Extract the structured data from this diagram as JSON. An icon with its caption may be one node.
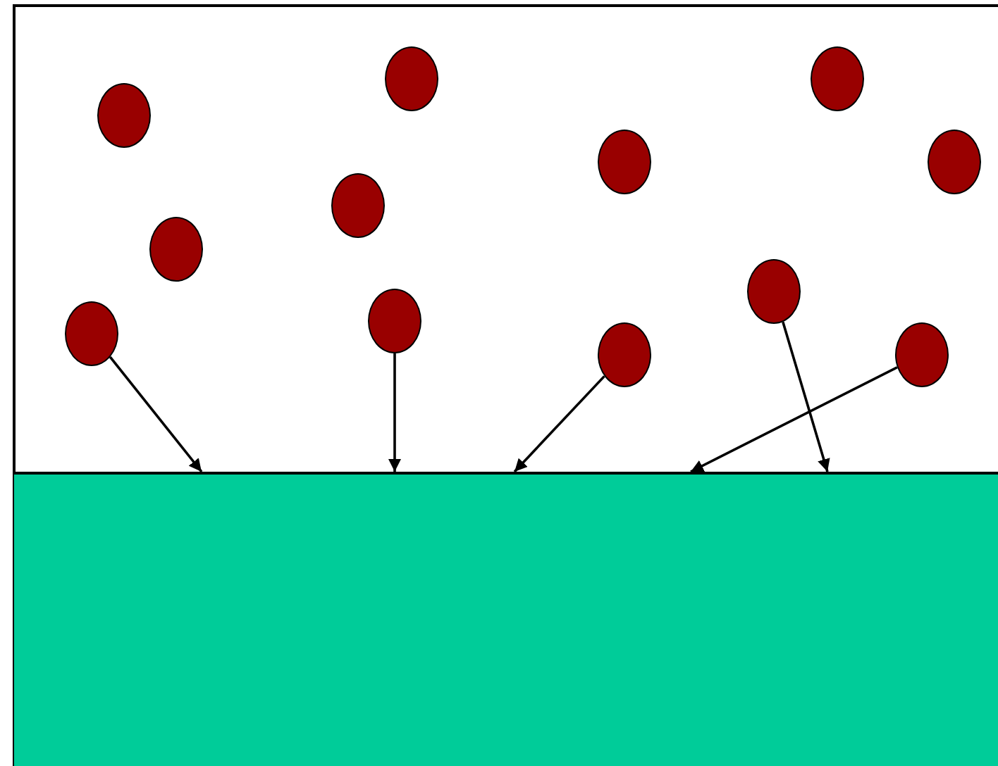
{
  "diagram": {
    "nodes": [
      {
        "text": [],
        "shape": "circle"
      },
      {
        "text": [],
        "shape": "circle"
      },
      {
        "text": [],
        "shape": "circle"
      },
      {
        "text": [],
        "shape": "circle"
      },
      {
        "text": [],
        "shape": "circle"
      },
      {
        "text": [],
        "shape": "circle"
      },
      {
        "text": [],
        "shape": "circle"
      },
      {
        "text": [],
        "shape": "circle"
      },
      {
        "text": [],
        "shape": "circle"
      },
      {
        "text": [],
        "shape": "circle"
      },
      {
        "text": [],
        "shape": "circle"
      },
      {
        "text": [],
        "shape": "circle"
      },
      {
        "text": [],
        "shape": "box"
      }
    ],
    "edges": [
      {
        "from": 0,
        "to": 12,
        "arrow": "to"
      },
      {
        "from": 4,
        "to": 12,
        "arrow": "to"
      },
      {
        "from": 7,
        "to": 12,
        "arrow": "to"
      },
      {
        "from": 8,
        "to": 12,
        "arrow": "to"
      },
      {
        "from": 10,
        "to": 12,
        "arrow": "to"
      }
    ]
  }
}
